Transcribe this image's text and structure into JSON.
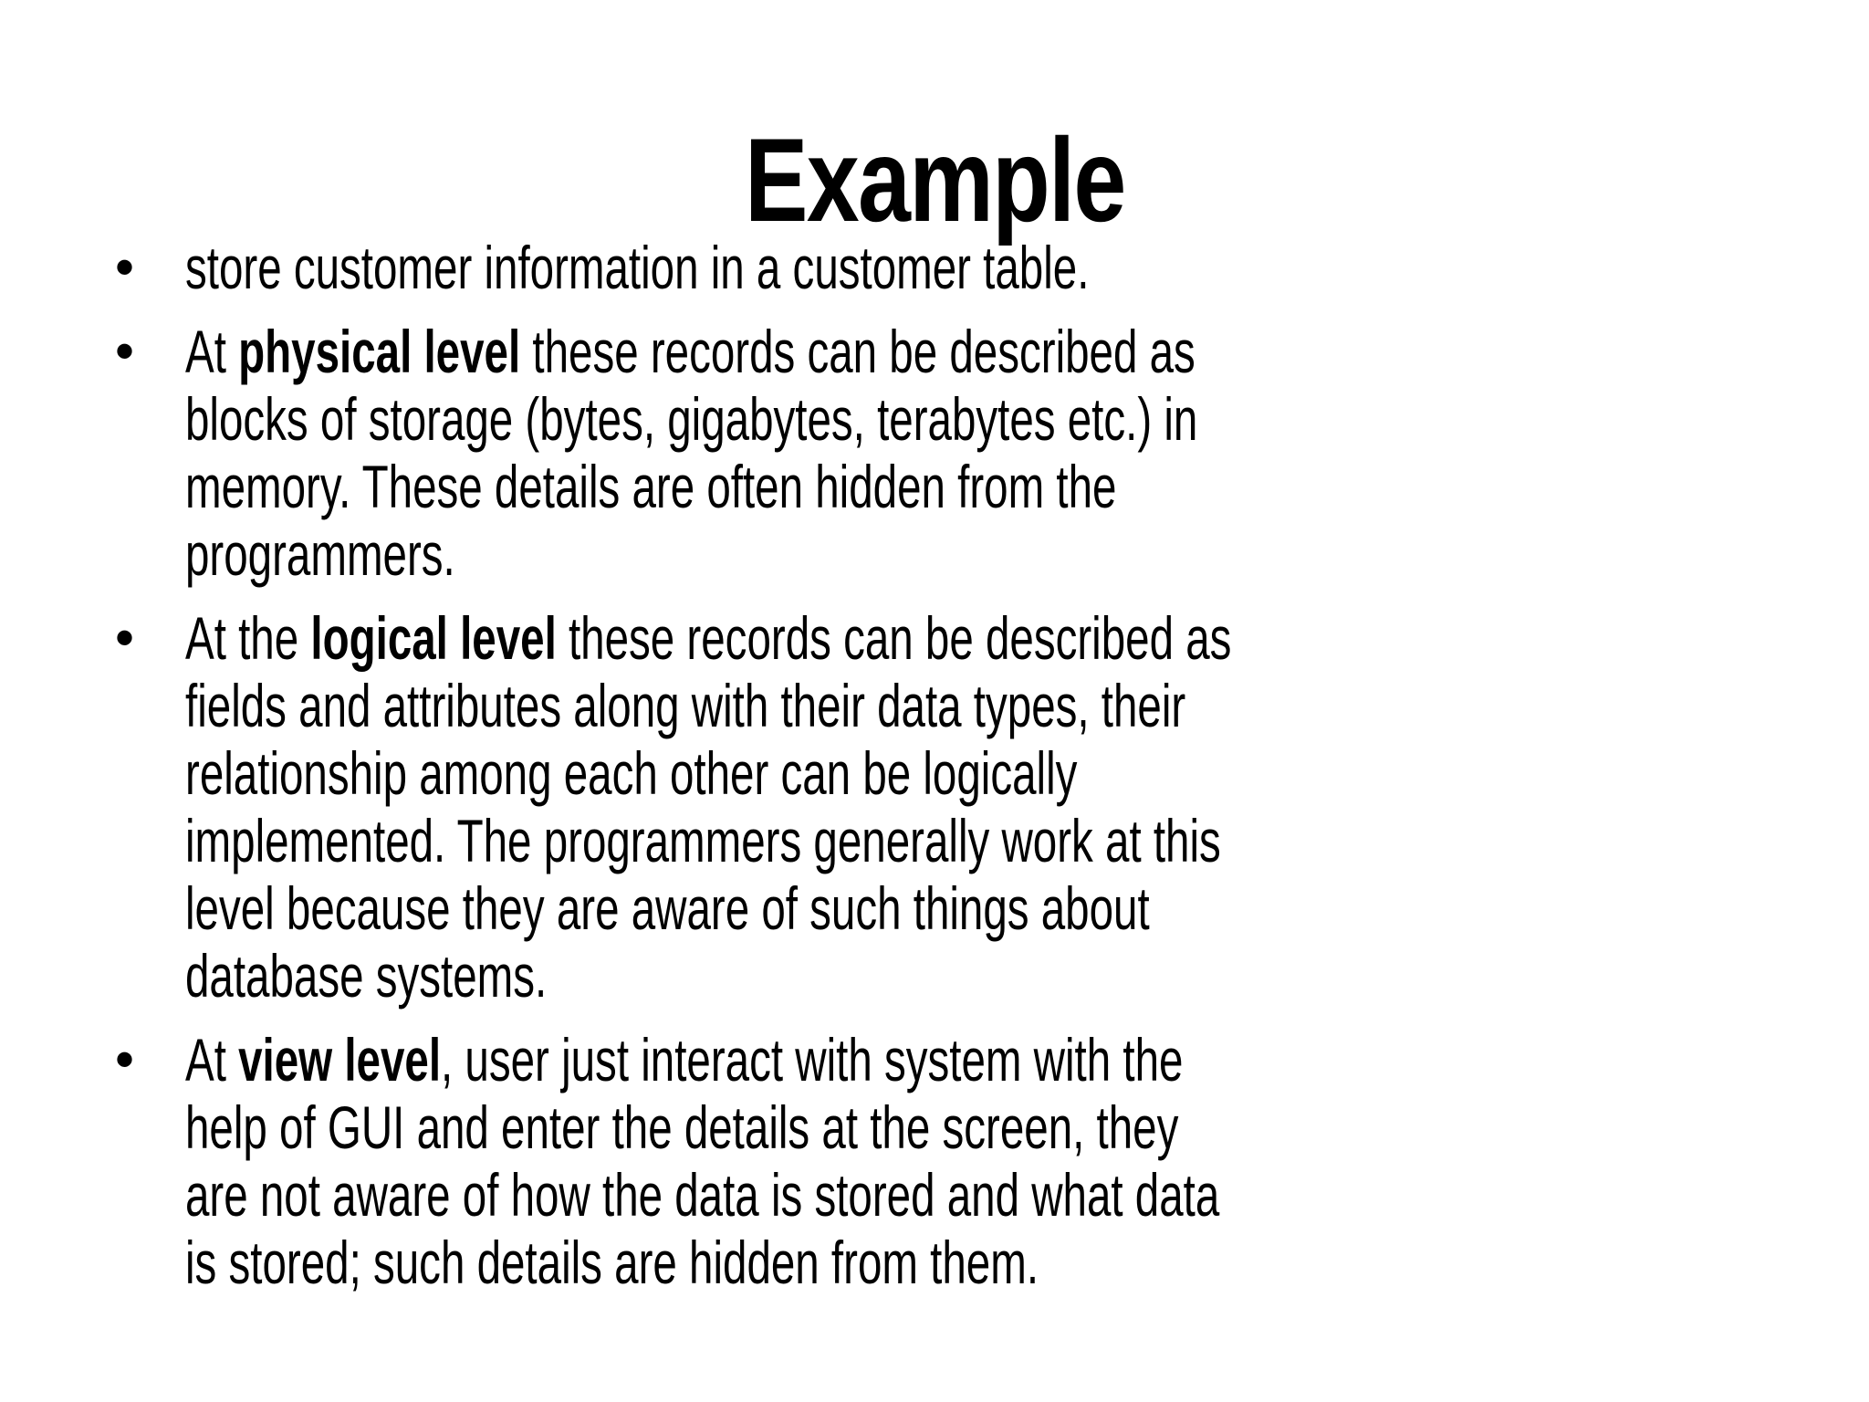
{
  "title": "Example",
  "bullet_glyph": "•",
  "colors": {
    "background": "#ffffff",
    "text": "#000000"
  },
  "bullets": [
    {
      "lines": [
        [
          {
            "t": "store customer information in a customer table.",
            "b": false
          }
        ]
      ]
    },
    {
      "lines": [
        [
          {
            "t": "At ",
            "b": false
          },
          {
            "t": "physical level",
            "b": true
          },
          {
            "t": " these records can be described as",
            "b": false
          }
        ],
        [
          {
            "t": "blocks of storage (bytes, gigabytes, terabytes etc.) in",
            "b": false
          }
        ],
        [
          {
            "t": "memory. These details are often hidden from the",
            "b": false
          }
        ],
        [
          {
            "t": "programmers.",
            "b": false
          }
        ]
      ]
    },
    {
      "lines": [
        [
          {
            "t": "At the ",
            "b": false
          },
          {
            "t": "logical level",
            "b": true
          },
          {
            "t": " these records can be described as",
            "b": false
          }
        ],
        [
          {
            "t": "fields and attributes along with their data types, their",
            "b": false
          }
        ],
        [
          {
            "t": "relationship among each other can be logically",
            "b": false
          }
        ],
        [
          {
            "t": "implemented. The programmers generally work at this",
            "b": false
          }
        ],
        [
          {
            "t": "level because they are aware of such things about",
            "b": false
          }
        ],
        [
          {
            "t": "database systems.",
            "b": false
          }
        ]
      ]
    },
    {
      "lines": [
        [
          {
            "t": "At ",
            "b": false
          },
          {
            "t": "view level",
            "b": true
          },
          {
            "t": ", user just interact with system with the",
            "b": false
          }
        ],
        [
          {
            "t": "help of GUI and enter the details at the screen, they",
            "b": false
          }
        ],
        [
          {
            "t": "are not aware of how the data is stored and what data",
            "b": false
          }
        ],
        [
          {
            "t": "is stored; such details are hidden from them.",
            "b": false
          }
        ]
      ]
    }
  ]
}
